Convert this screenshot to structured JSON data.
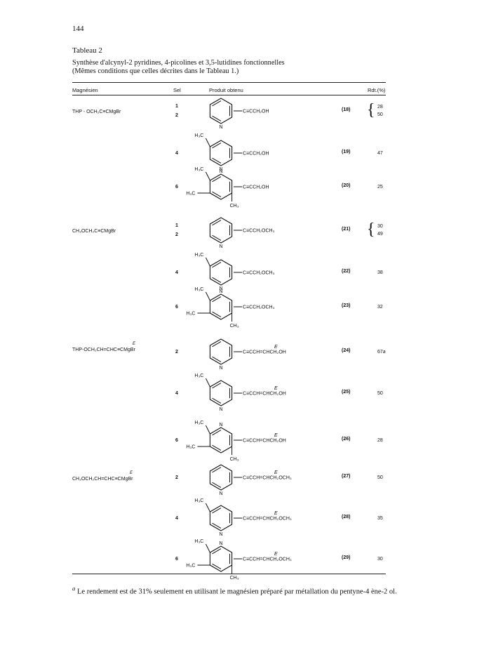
{
  "page_number": "144",
  "title": "Tableau 2",
  "subtitle_line1": "Synthèse d'alcynyl-2 pyridines, 4-picolines et 3,5-lutidines fonctionnelles",
  "subtitle_line2": "(Mêmes conditions que celles décrites dans le Tableau 1.)",
  "headers": {
    "magnesien": "Magnésien",
    "sel": "Sel",
    "produit": "Produit  obtenu",
    "rdt": "Rdt.(%)"
  },
  "groups": [
    {
      "magnesien": "THP - OCH₂C≡CMgBr"
    },
    {
      "magnesien": "CH₃OCH₂C≡CMgBr"
    },
    {
      "magnesien": "THP-OCH₂CH=CHC≡CMgBr",
      "e_mark": "E"
    },
    {
      "magnesien": "CH₃OCH₂CH=CHC≡CMgBr",
      "e_mark": "E"
    }
  ],
  "rows": [
    {
      "sel": "1\n2",
      "chain": "C≡CCH₂OH",
      "compound": "(18)",
      "rdt": "28\n50"
    },
    {
      "sel": "4",
      "chain": "C≡CCH₂OH",
      "compound": "(19)",
      "rdt": "47"
    },
    {
      "sel": "6",
      "chain": "C≡CCH₂OH",
      "compound": "(20)",
      "rdt": "25"
    },
    {
      "sel": "1\n2",
      "chain": "C≡CCH₂OCH₃",
      "compound": "(21)",
      "rdt": "30\n49"
    },
    {
      "sel": "4",
      "chain": "C≡CCH₂OCH₃",
      "compound": "(22)",
      "rdt": "38"
    },
    {
      "sel": "6",
      "chain": "C≡CCH₂OCH₃",
      "compound": "(23)",
      "rdt": "32"
    },
    {
      "sel": "2",
      "chain": "C≡CCH=CHCH₂OH",
      "compound": "(24)",
      "rdt": "67a"
    },
    {
      "sel": "4",
      "chain": "C≡CCH=CHCH₂OH",
      "compound": "(25)",
      "rdt": "50"
    },
    {
      "sel": "6",
      "chain": "C≡CCH=CHCH₂OH",
      "compound": "(26)",
      "rdt": "28"
    },
    {
      "sel": "2",
      "chain": "C≡CCH=CHCH₂OCH₃",
      "compound": "(27)",
      "rdt": "50"
    },
    {
      "sel": "4",
      "chain": "C≡CCH=CHCH₂OCH₃",
      "compound": "(28)",
      "rdt": "35"
    },
    {
      "sel": "6",
      "chain": "C≡CCH=CHCH₂OCH₃",
      "compound": "(29)",
      "rdt": "30"
    }
  ],
  "labels": {
    "N": "N",
    "H3C": "H₃C",
    "CH3": "CH₃",
    "E": "E"
  },
  "footnote_mark": "a",
  "footnote": " Le rendement est de 31% seulement en utilisant le magnésien préparé par métallation du pentyne-4 ène-2 ol."
}
